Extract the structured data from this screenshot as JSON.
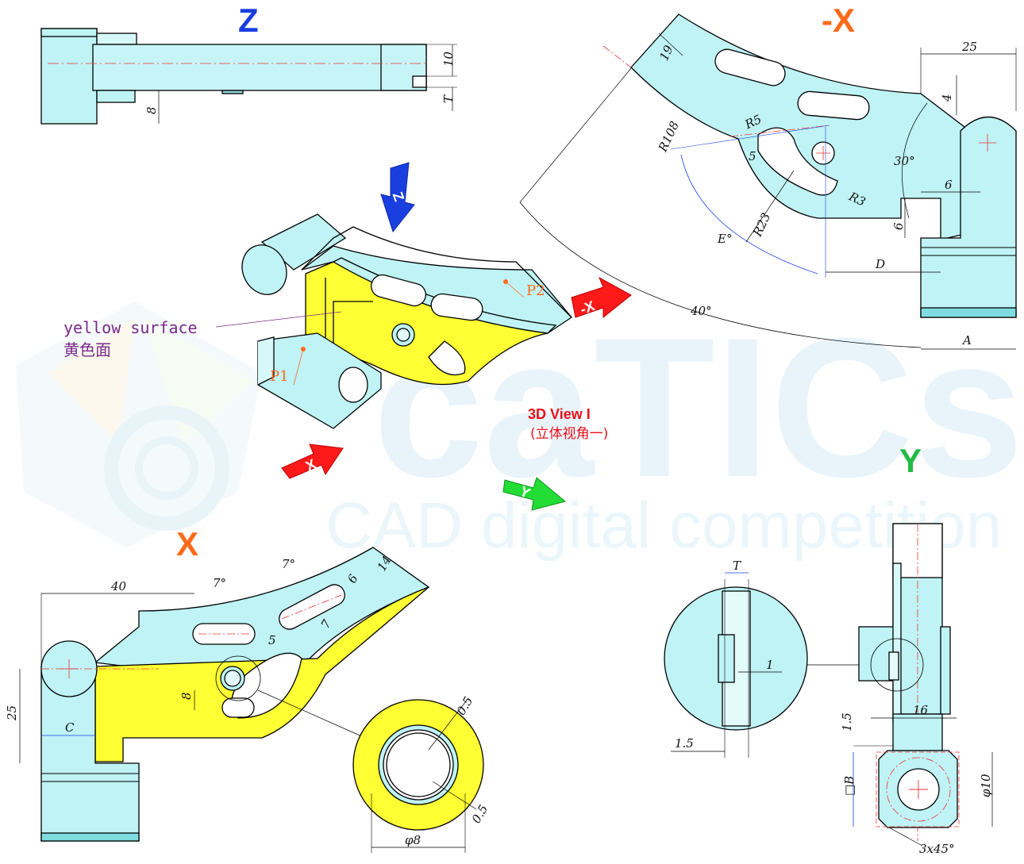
{
  "views": {
    "z": {
      "label": "Z"
    },
    "minus_x": {
      "label": "-X"
    },
    "x": {
      "label": "X"
    },
    "y": {
      "label": "Y"
    }
  },
  "center_view": {
    "title": "3D View I",
    "subtitle": "(立体视角一)",
    "callout_en": "yellow surface",
    "callout_zh": "黄色面",
    "p1": "P1",
    "p2": "P2",
    "arrow_z": "Z",
    "arrow_minus_x": "-X",
    "arrow_x": "X",
    "arrow_y": "Y"
  },
  "watermark": {
    "brand": "caTICs",
    "tagline": "CAD digital competition"
  },
  "dims_z": {
    "d10": "10",
    "dT": "T",
    "d8": "8"
  },
  "dims_minus_x": {
    "d25": "25",
    "d4": "4",
    "d19": "19",
    "r108": "R108",
    "r5": "R5",
    "d5": "5",
    "a30": "30°",
    "d6a": "6",
    "d6b": "6",
    "r3": "R3",
    "r23": "R23",
    "e": "E°",
    "d": "D",
    "a40": "40°",
    "a": "A"
  },
  "dims_x": {
    "d40": "40",
    "a7a": "7°",
    "a7b": "7°",
    "d6": "6",
    "d14": "14",
    "d7": "7",
    "d5": "5",
    "d8": "8",
    "d25": "25",
    "c": "C",
    "d05a": "0.5",
    "d05b": "0.5",
    "dia8": "φ8"
  },
  "dims_y": {
    "t": "T",
    "d1": "1",
    "d15a": "1.5",
    "d15b": "1.5",
    "d16": "16",
    "b": "□B",
    "dia10": "φ10",
    "cham": "3x45°"
  },
  "colors": {
    "cyan": "#bff3f5",
    "cyan_dark": "#7fdde2",
    "yellow": "#ffff33",
    "label_blue": "#1a3fe0",
    "label_orange": "#ff6a1a",
    "label_green": "#22bb44",
    "title_red": "#e8101a",
    "callout_purple": "#7a2a8a",
    "dim_blue": "#1a3fe0"
  }
}
